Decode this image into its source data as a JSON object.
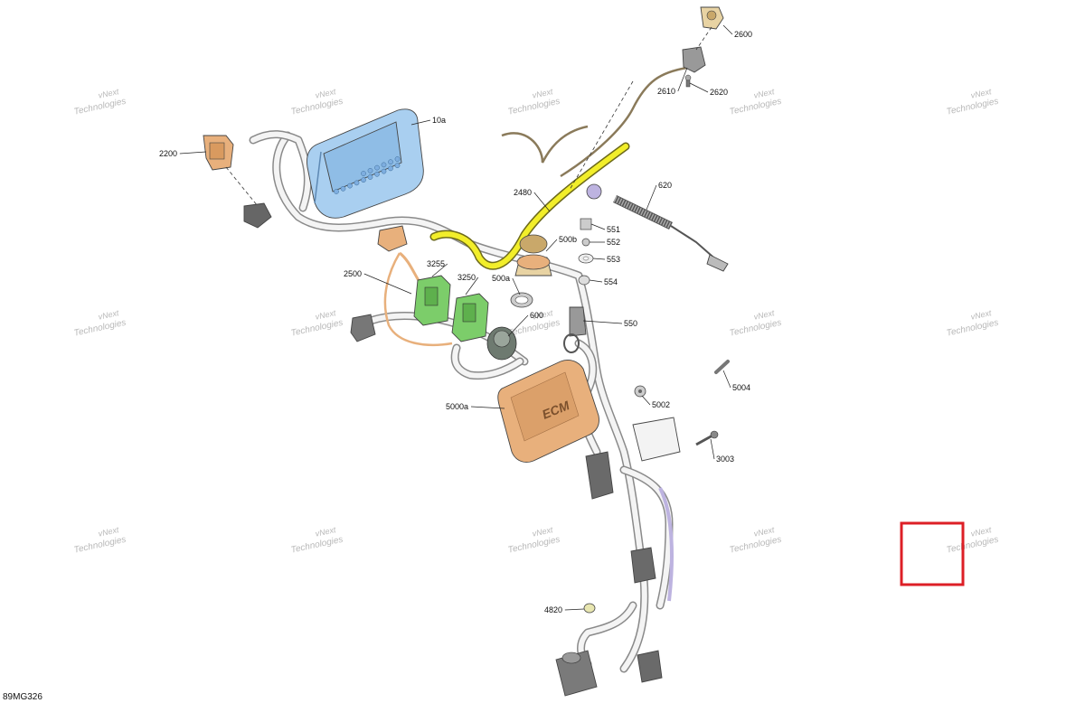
{
  "diagram": {
    "id": "89MG326",
    "watermark_line1": "vNext",
    "watermark_line2": "Technologies",
    "callouts": [
      "2600",
      "2610",
      "2620",
      "10a",
      "2200",
      "2480",
      "620",
      "551",
      "552",
      "500b",
      "553",
      "2500",
      "3255",
      "3250",
      "500a",
      "554",
      "600",
      "550",
      "5004",
      "5002",
      "5000a",
      "3003",
      "4820"
    ],
    "ecm_label": "ECM"
  },
  "colors": {
    "cluster": "#a9cff0",
    "green_relay": "#7ccd6a",
    "orange_part": "#e8b07c",
    "yellow_hose": "#f2ee2a",
    "highlight_box": "#dd1f26",
    "lavender": "#bdb3e0"
  }
}
